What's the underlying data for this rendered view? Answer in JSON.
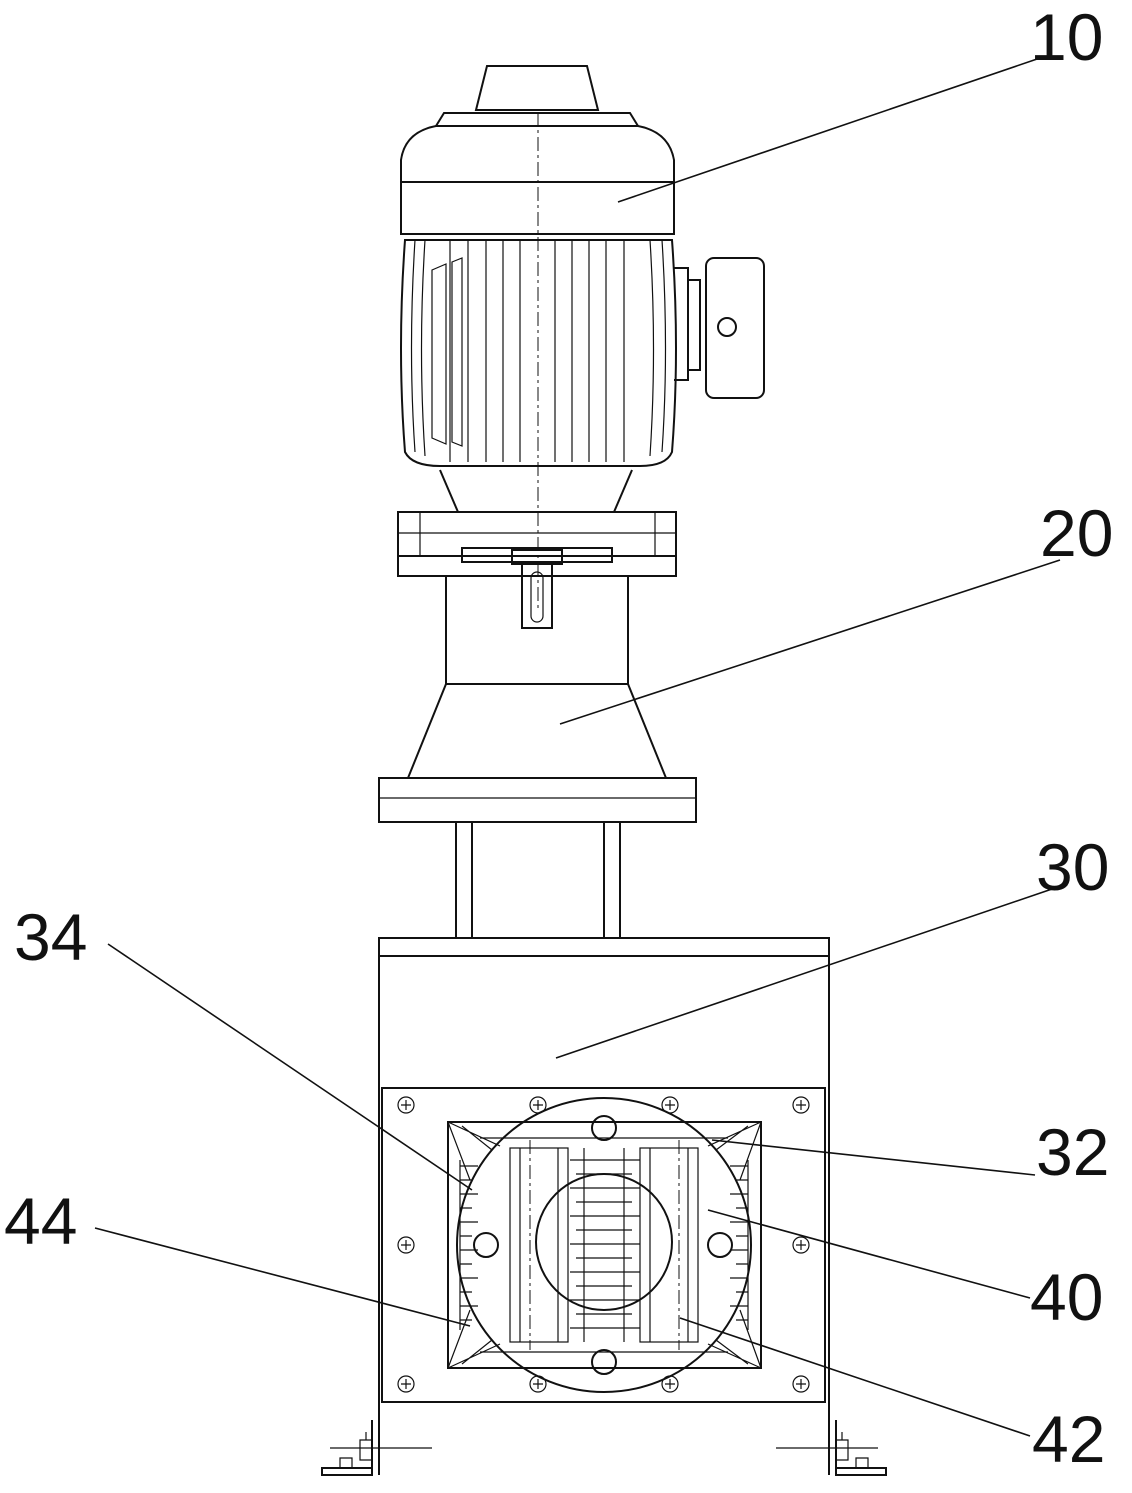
{
  "labels": {
    "motor": "10",
    "reducer": "20",
    "housing": "30",
    "part_32": "32",
    "part_34": "34",
    "part_40": "40",
    "part_42": "42",
    "part_44": "44"
  }
}
